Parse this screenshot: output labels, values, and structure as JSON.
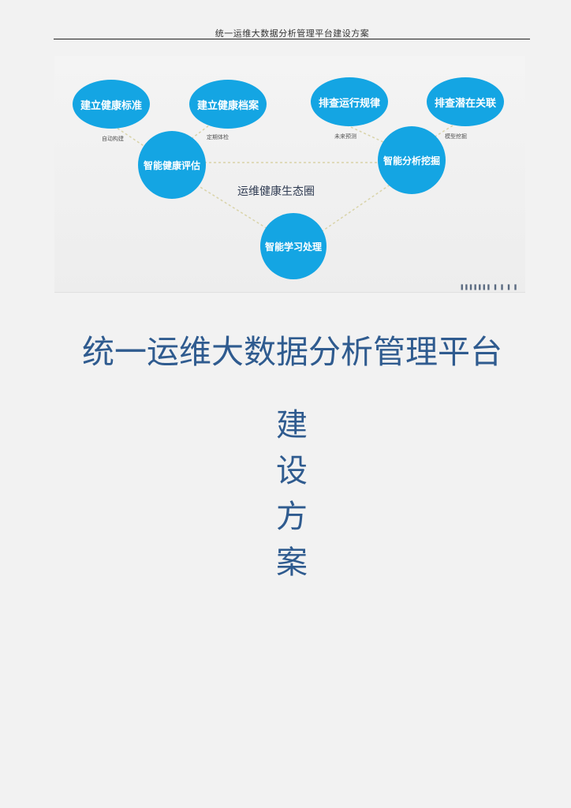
{
  "header": {
    "running_title": "统一运维大数据分析管理平台建设方案"
  },
  "figure": {
    "center_title": "运维健康生态圈",
    "colors": {
      "bubble": "#14a5e3",
      "dashed_line": "#d9d3a8",
      "background": "#f0f0f0"
    },
    "nodes": {
      "health_standard": "建立健康标准",
      "health_record": "建立健康档案",
      "run_pattern": "排查运行规律",
      "latent_relation": "排查潜在关联",
      "health_assess": "智能健康评估",
      "analysis_mining": "智能分析挖掘",
      "learning_process": "智能学习处理"
    },
    "edge_labels": {
      "auto_build": "自动构建",
      "periodic_check": "定期体检",
      "future_predict": "未来预测",
      "pattern_mining": "模型挖掘"
    },
    "watermark": "▌▌▌▌▌▌▌ ▌ ▌ ▌ ▌"
  },
  "document": {
    "title": "统一运维大数据分析管理平台",
    "subtitle_chars": [
      "建",
      "设",
      "方",
      "案"
    ]
  }
}
